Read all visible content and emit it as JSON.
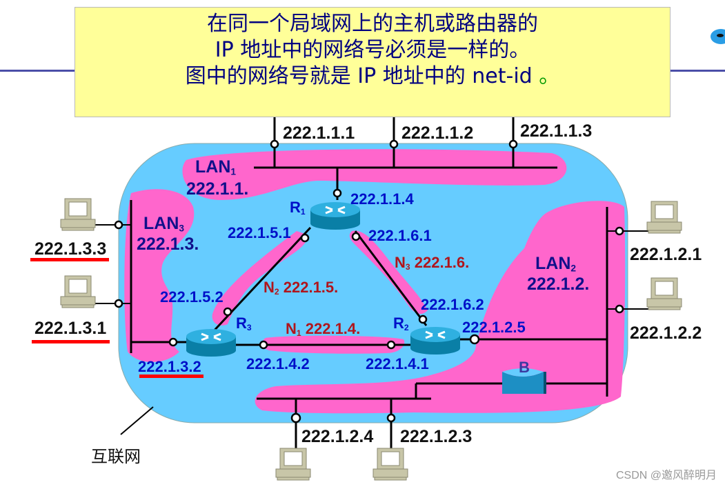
{
  "callout": {
    "line1": "在同一个局域网上的主机或路由器的",
    "line2_a": "IP  地址中的网络号必须是一样的",
    "line2_dot": "。",
    "line3_a": "图中的网络号就是  IP  地址中的  net-id",
    "line3_dot": "。",
    "bg_color": "#ffff99",
    "text_color": "#000080"
  },
  "diagram": {
    "cloud_label": "互联网",
    "colors": {
      "cloud": "#66ccff",
      "network_highlight": "#ff66cc",
      "host_addr": "#111111",
      "router_addr": "#0010c8",
      "network_name": "#10108a",
      "link_network": "#b0151c",
      "underline": "#ff0000"
    },
    "lan1": {
      "name": "LAN",
      "sub": "1",
      "net": "222.1.1.",
      "hosts": [
        "222.1.1.1",
        "222.1.1.2",
        "222.1.1.3"
      ]
    },
    "lan2": {
      "name": "LAN",
      "sub": "2",
      "net": "222.1.2.",
      "hosts": [
        "222.1.2.1",
        "222.1.2.2",
        "222.1.2.3",
        "222.1.2.4"
      ],
      "router_if": "222.1.2.5",
      "bridge": "B"
    },
    "lan3": {
      "name": "LAN",
      "sub": "3",
      "net": "222.1.3.",
      "hosts": [
        "222.1.3.3",
        "222.1.3.1"
      ],
      "router_if": "222.1.3.2"
    },
    "routers": [
      {
        "name": "R",
        "sub": "1",
        "interfaces": [
          "222.1.1.4",
          "222.1.5.1",
          "222.1.6.1"
        ]
      },
      {
        "name": "R",
        "sub": "2",
        "interfaces": [
          "222.1.6.2",
          "222.1.4.1",
          "222.1.2.5"
        ]
      },
      {
        "name": "R",
        "sub": "3",
        "interfaces": [
          "222.1.5.2",
          "222.1.4.2",
          "222.1.3.2"
        ]
      }
    ],
    "links": [
      {
        "name": "N",
        "sub": "1",
        "net": "222.1.4."
      },
      {
        "name": "N",
        "sub": "2",
        "net": "222.1.5."
      },
      {
        "name": "N",
        "sub": "3",
        "net": "222.1.6."
      }
    ]
  },
  "watermark": "CSDN @邀风醉明月"
}
